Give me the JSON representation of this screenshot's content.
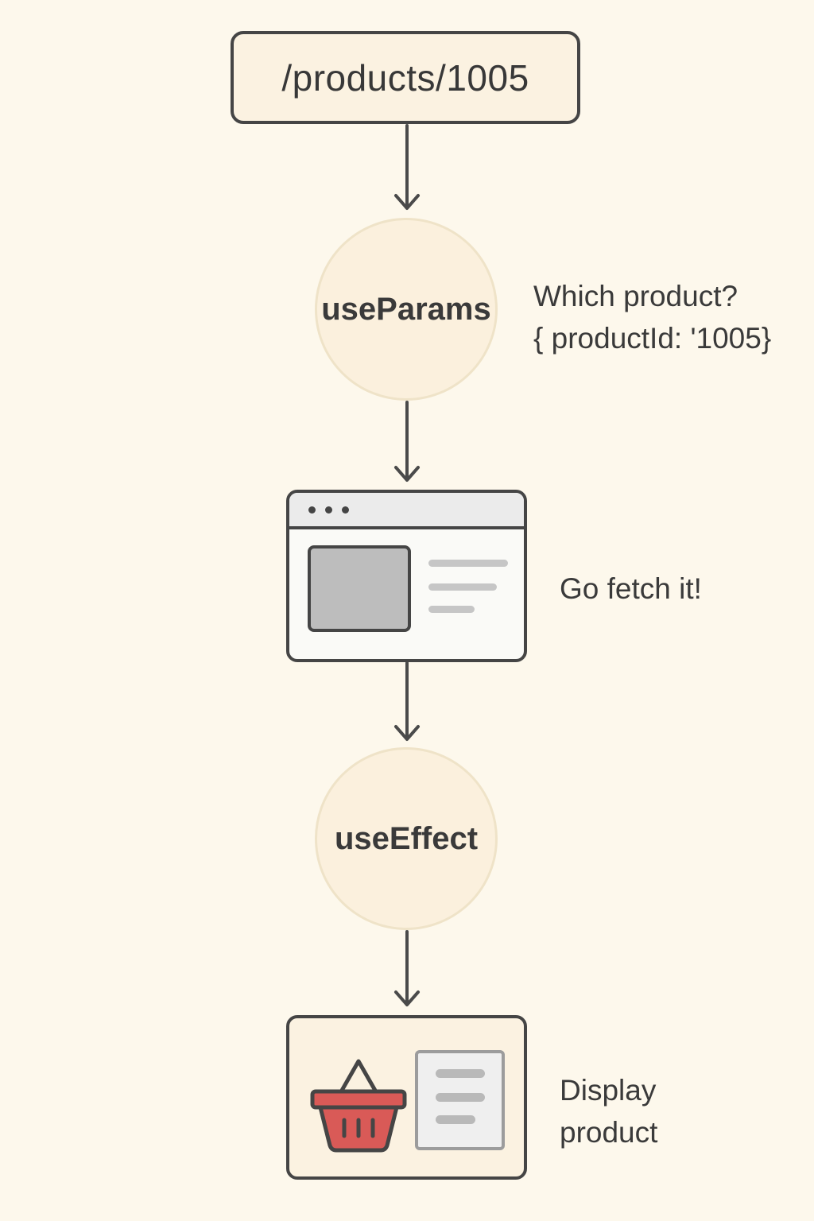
{
  "url_box": {
    "path": "/products/1005"
  },
  "steps": {
    "params_hook": "useParams",
    "params_note_line1": "Which product?",
    "params_note_line2": "{ productId: '1005}",
    "fetch_note": "Go fetch it!",
    "effect_hook": "useEffect",
    "display_note_line1": "Display",
    "display_note_line2": "product"
  },
  "icons": {
    "browser": "browser-window-icon",
    "basket": "shopping-basket-icon",
    "document": "document-icon"
  },
  "colors": {
    "background": "#fdf8ec",
    "outline": "#454545",
    "circle_fill": "#fbf0dd",
    "basket_red": "#d95a57"
  }
}
